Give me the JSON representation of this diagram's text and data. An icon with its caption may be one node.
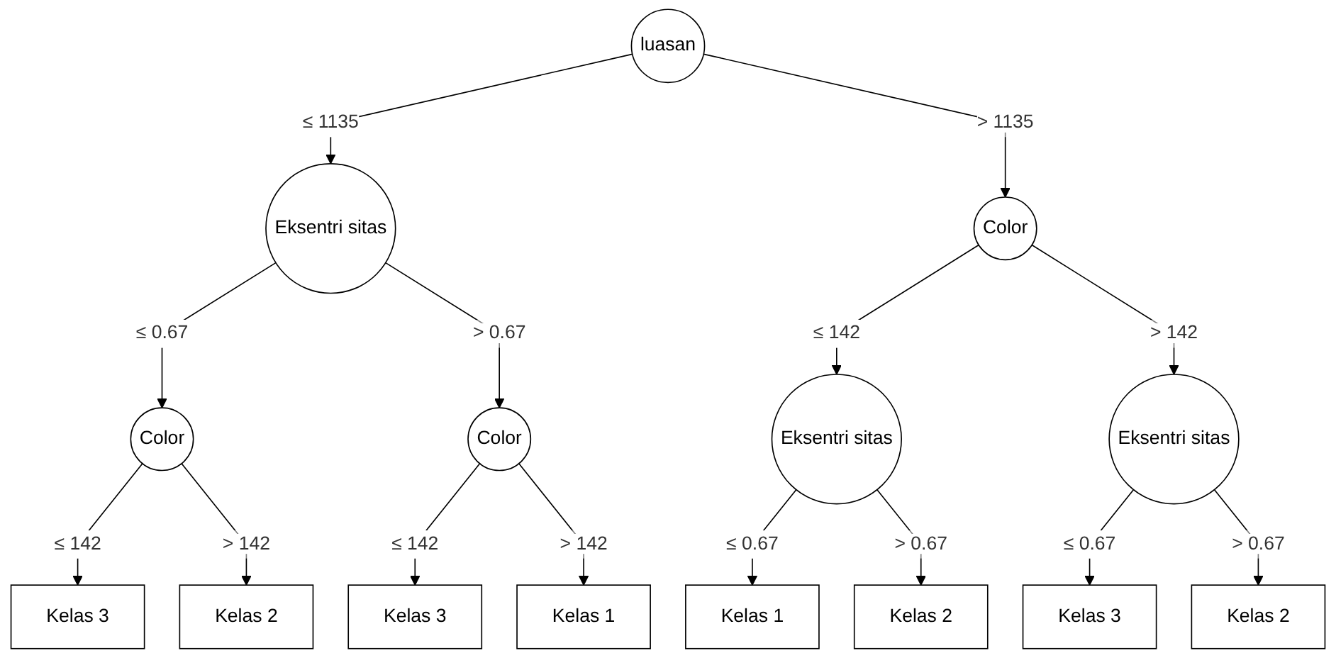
{
  "diagram": {
    "nodes": [
      {
        "text": [
          "luasan"
        ]
      },
      {
        "text": [
          "Eksentri sitas"
        ]
      },
      {
        "text": [
          "Color"
        ]
      },
      {
        "text": [
          "Color"
        ]
      },
      {
        "text": [
          "Color"
        ]
      },
      {
        "text": [
          "Eksentri sitas"
        ]
      },
      {
        "text": [
          "Eksentri sitas"
        ]
      },
      {
        "text": [
          "Kelas 3"
        ]
      },
      {
        "text": [
          "Kelas 2"
        ]
      },
      {
        "text": [
          "Kelas 3"
        ]
      },
      {
        "text": [
          "Kelas 1"
        ]
      },
      {
        "text": [
          "Kelas 1"
        ]
      },
      {
        "text": [
          "Kelas 2"
        ]
      },
      {
        "text": [
          "Kelas 3"
        ]
      },
      {
        "text": [
          "Kelas 2"
        ]
      }
    ],
    "edges": [
      {
        "from": 0,
        "to": 1,
        "arrow": "to",
        "label": "≤ 1135"
      },
      {
        "from": 0,
        "to": 2,
        "arrow": "to",
        "label": "> 1135"
      },
      {
        "from": 1,
        "to": 3,
        "arrow": "to",
        "label": "≤ 0.67"
      },
      {
        "from": 1,
        "to": 4,
        "arrow": "to",
        "label": "> 0.67"
      },
      {
        "from": 2,
        "to": 5,
        "arrow": "to",
        "label": "≤ 142"
      },
      {
        "from": 2,
        "to": 6,
        "arrow": "to",
        "label": "> 142"
      },
      {
        "from": 3,
        "to": 7,
        "arrow": "to",
        "label": "≤ 142"
      },
      {
        "from": 3,
        "to": 8,
        "arrow": "to",
        "label": "> 142"
      },
      {
        "from": 4,
        "to": 9,
        "arrow": "to",
        "label": "≤ 142"
      },
      {
        "from": 4,
        "to": 10,
        "arrow": "to",
        "label": "> 142"
      },
      {
        "from": 5,
        "to": 11,
        "arrow": "to",
        "label": "≤ 0.67"
      },
      {
        "from": 5,
        "to": 12,
        "arrow": "to",
        "label": "> 0.67"
      },
      {
        "from": 6,
        "to": 13,
        "arrow": "to",
        "label": "≤ 0.67"
      },
      {
        "from": 6,
        "to": 14,
        "arrow": "to",
        "label": "> 0.67"
      }
    ]
  }
}
